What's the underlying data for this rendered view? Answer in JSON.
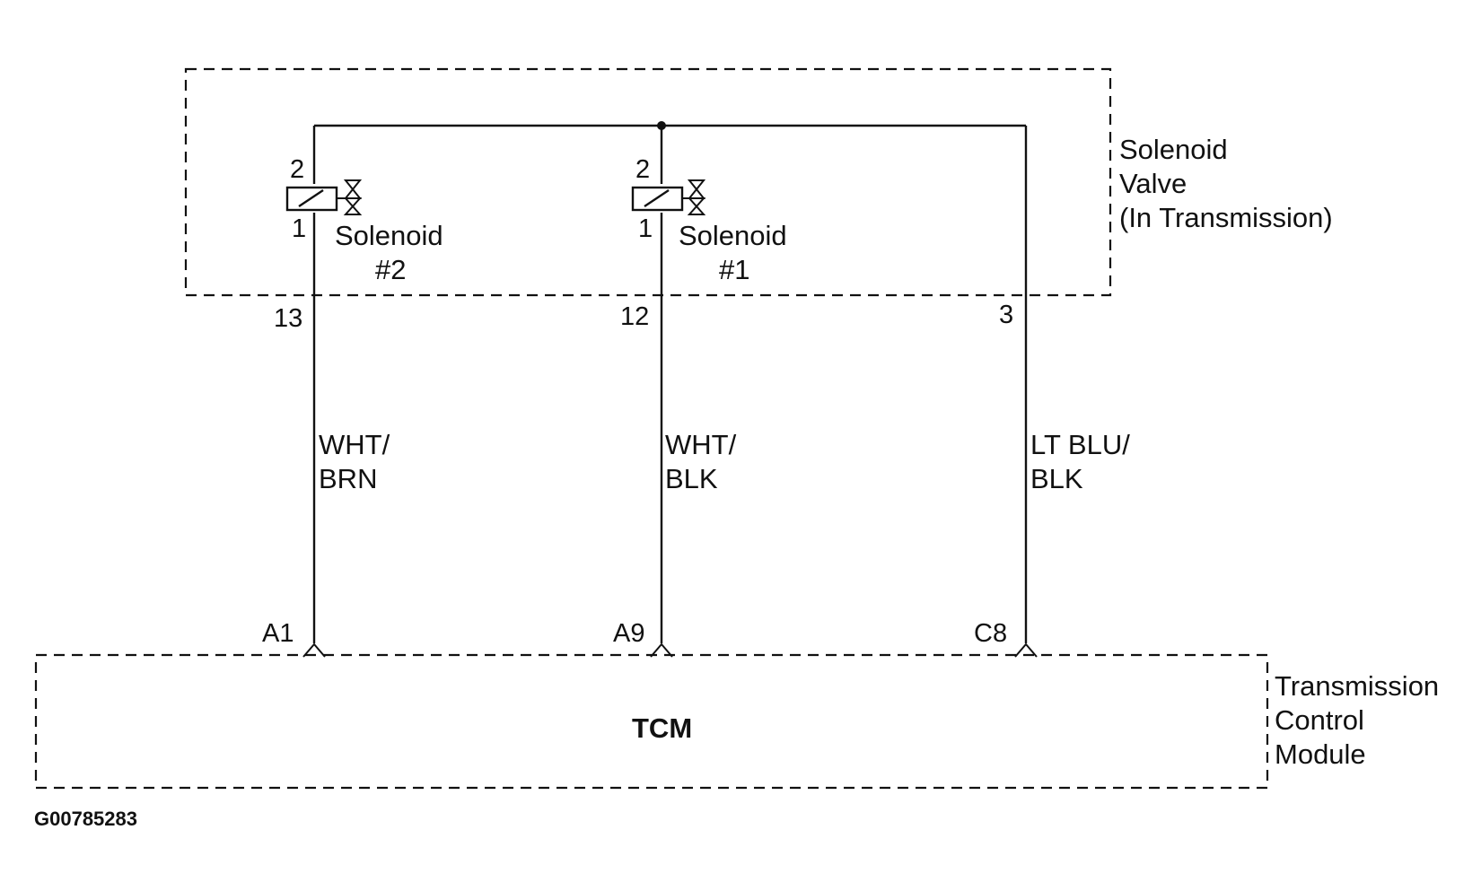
{
  "solenoid_valve": {
    "label_lines": [
      "Solenoid",
      "Valve",
      "(In Transmission)"
    ]
  },
  "solenoids": [
    {
      "name_line1": "Solenoid",
      "name_line2": "#2",
      "pin_top": "2",
      "pin_bottom": "1"
    },
    {
      "name_line1": "Solenoid",
      "name_line2": "#1",
      "pin_top": "2",
      "pin_bottom": "1"
    }
  ],
  "wires": [
    {
      "connector_pin": "13",
      "color_line1": "WHT/",
      "color_line2": "BRN",
      "tcm_pin": "A1"
    },
    {
      "connector_pin": "12",
      "color_line1": "WHT/",
      "color_line2": "BLK",
      "tcm_pin": "A9"
    },
    {
      "connector_pin": "3",
      "color_line1": "LT BLU/",
      "color_line2": "BLK",
      "tcm_pin": "C8"
    }
  ],
  "tcm": {
    "center_label": "TCM",
    "label_lines": [
      "Transmission",
      "Control",
      "Module"
    ]
  },
  "figure_id": "G00785283"
}
